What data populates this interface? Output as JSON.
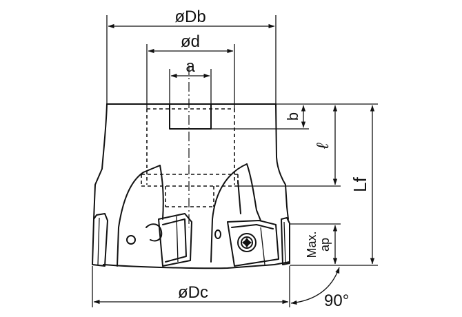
{
  "labels": {
    "dia_boss": "øDb",
    "dia_bore": "ød",
    "keyway_width": "a",
    "keyway_depth": "b",
    "bore_depth": "ℓ",
    "total_length": "Lf",
    "max_depth_line1": "Max.",
    "max_depth_line2": "ap",
    "cutting_dia": "øDc",
    "lead_angle": "90°"
  }
}
